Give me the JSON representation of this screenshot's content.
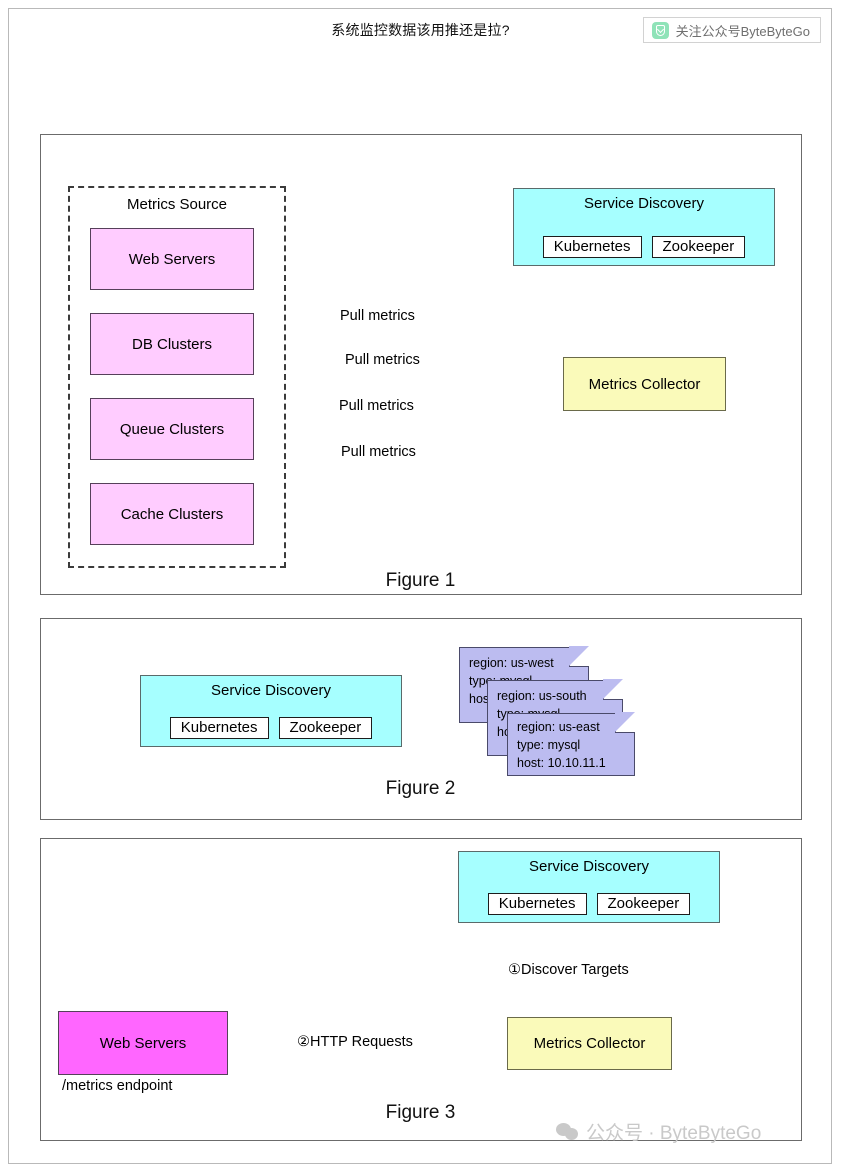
{
  "header": {
    "title": "系统监控数据该用推还是拉?",
    "badge_text": "关注公众号ByteByteGo",
    "badge_icon": "wechat-chip-icon"
  },
  "colors": {
    "pink": "#ffccff",
    "magenta": "#ff66ff",
    "cyan": "#a6ffff",
    "yellow": "#fafaba",
    "note": "#bcbcf0",
    "panel_border": "#6b6b6b",
    "page_border": "#b9b9b9"
  },
  "figure1": {
    "caption": "Figure 1",
    "group_title": "Metrics Source",
    "sources": [
      {
        "label": "Web Servers"
      },
      {
        "label": "DB Clusters"
      },
      {
        "label": "Queue Clusters"
      },
      {
        "label": "Cache Clusters"
      }
    ],
    "service_discovery": {
      "title": "Service Discovery",
      "chips": [
        "Kubernetes",
        "Zookeeper"
      ]
    },
    "collector": "Metrics Collector",
    "edge_labels": [
      "Pull metrics",
      "Pull metrics",
      "Pull metrics",
      "Pull metrics"
    ]
  },
  "figure2": {
    "caption": "Figure 2",
    "service_discovery": {
      "title": "Service Discovery",
      "chips": [
        "Kubernetes",
        "Zookeeper"
      ]
    },
    "notes": [
      {
        "lines": [
          "region: us-west",
          "type: mysql",
          "host: 10.10.11.1"
        ]
      },
      {
        "lines": [
          "region: us-south",
          "type: mysql",
          "host: 10.10.11.1"
        ]
      },
      {
        "lines": [
          "region: us-east",
          "type: mysql",
          "host: 10.10.11.1"
        ]
      }
    ]
  },
  "figure3": {
    "caption": "Figure 3",
    "service_discovery": {
      "title": "Service Discovery",
      "chips": [
        "Kubernetes",
        "Zookeeper"
      ]
    },
    "collector": "Metrics Collector",
    "web_servers": "Web Servers",
    "endpoint_label": "/metrics endpoint",
    "step1_label": "①Discover Targets",
    "step2_label": "②HTTP Requests"
  },
  "watermark": {
    "text": "公众号 · ByteByteGo",
    "icon": "wechat-logo-icon"
  }
}
